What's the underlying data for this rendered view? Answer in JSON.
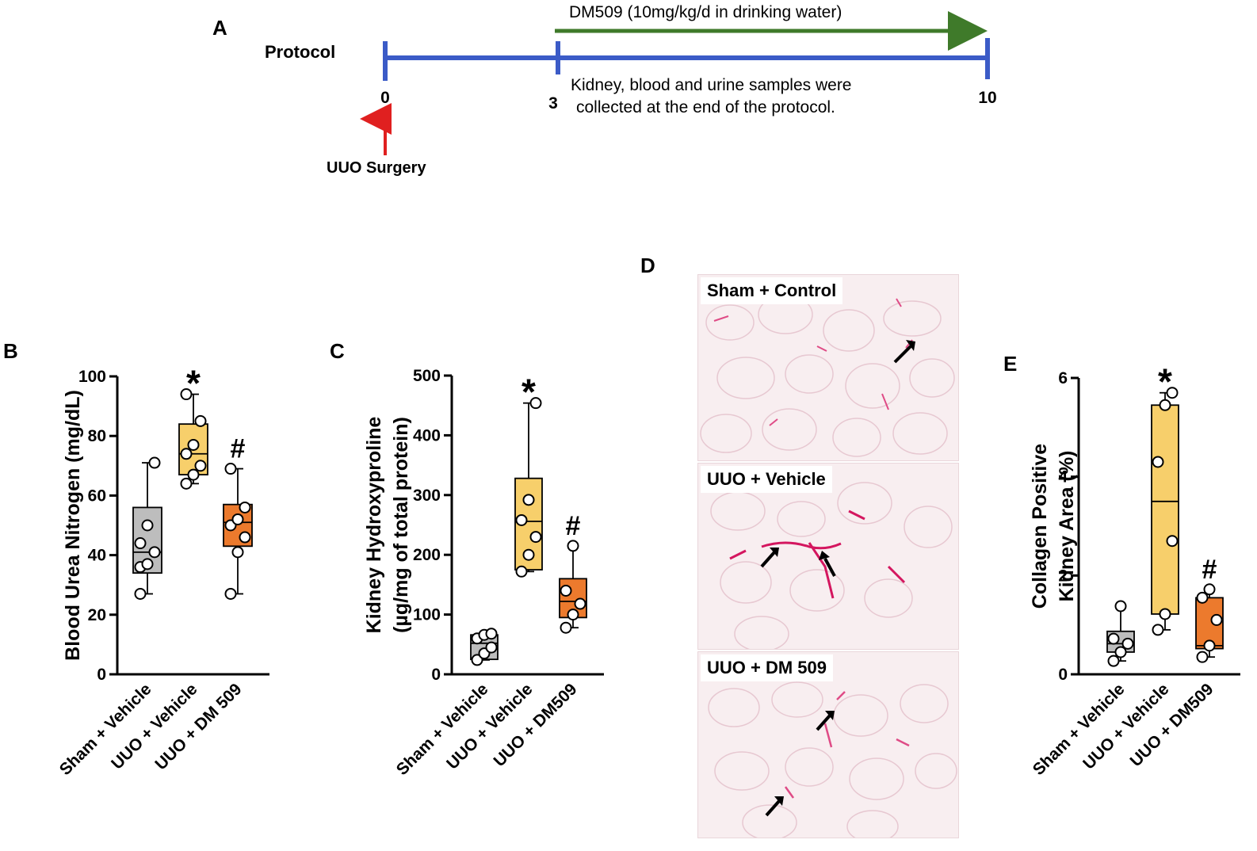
{
  "panels": {
    "a": "A",
    "b": "B",
    "c": "C",
    "d": "D",
    "e": "E"
  },
  "protocol": {
    "label": "Protocol",
    "ticks": [
      "0",
      "3",
      "10"
    ],
    "drug_label": "DM509 (10mg/kg/d in drinking water)",
    "note_line1": "Kidney, blood and urine samples were",
    "note_line2": "collected at the end of the protocol.",
    "surgery_label": "UUO Surgery",
    "colors": {
      "timeline": "#3b5bc7",
      "drug_arrow": "#3f7a2a",
      "surgery_arrow": "#e02020"
    }
  },
  "histology": {
    "labels": [
      "Sham + Control",
      "UUO + Vehicle",
      "UUO + DM 509"
    ]
  },
  "chart_data": [
    {
      "type": "box",
      "panel": "B",
      "ylabel": "Blood Urea Nitrogen (mg/dL)",
      "ylim": [
        0,
        100
      ],
      "yticks": [
        0,
        20,
        40,
        60,
        80,
        100
      ],
      "categories": [
        "Sham + Vehicle",
        "UUO + Vehicle",
        "UUO + DM 509"
      ],
      "colors": [
        "#bdbdbd",
        "#f7cf6b",
        "#ec7a2d"
      ],
      "markers": [
        "",
        "*",
        "#"
      ],
      "boxes": [
        {
          "min": 27,
          "q1": 34,
          "median": 41,
          "q3": 56,
          "max": 71,
          "points": [
            36,
            37,
            41,
            44,
            50,
            71,
            27
          ]
        },
        {
          "min": 64,
          "q1": 67,
          "median": 74,
          "q3": 84,
          "max": 94,
          "points": [
            64,
            67,
            70,
            74,
            77,
            85,
            94
          ]
        },
        {
          "min": 27,
          "q1": 43,
          "median": 51,
          "q3": 57,
          "max": 69,
          "points": [
            27,
            41,
            46,
            50,
            52,
            56,
            69
          ]
        }
      ]
    },
    {
      "type": "box",
      "panel": "C",
      "ylabel": "Kidney Hydroxyproline",
      "ylabel2": "(µg/mg of total protein)",
      "ylim": [
        0,
        500
      ],
      "yticks": [
        0,
        100,
        200,
        300,
        400,
        500
      ],
      "categories": [
        "Sham + Vehicle",
        "UUO + Vehicle",
        "UUO + DM509"
      ],
      "colors": [
        "#bdbdbd",
        "#f7cf6b",
        "#ec7a2d"
      ],
      "markers": [
        "",
        "*",
        "#"
      ],
      "boxes": [
        {
          "min": 24,
          "q1": 25,
          "median": 52,
          "q3": 66,
          "max": 68,
          "points": [
            24,
            35,
            45,
            60,
            66,
            68
          ]
        },
        {
          "min": 172,
          "q1": 175,
          "median": 256,
          "q3": 328,
          "max": 454,
          "points": [
            172,
            200,
            230,
            258,
            292,
            454
          ]
        },
        {
          "min": 78,
          "q1": 95,
          "median": 122,
          "q3": 160,
          "max": 215,
          "points": [
            78,
            100,
            118,
            140,
            215
          ]
        }
      ]
    },
    {
      "type": "box",
      "panel": "E",
      "ylabel": "Collagen Positive",
      "ylabel2": "Kidney Area (%)",
      "ylim": [
        0,
        6
      ],
      "yticks": [
        0,
        2,
        4,
        6
      ],
      "categories": [
        "Sham + Vehicle",
        "UUO + Vehicle",
        "UUO + DM509"
      ],
      "colors": [
        "#bdbdbd",
        "#f7cf6b",
        "#ec7a2d"
      ],
      "markers": [
        "",
        "*",
        "#"
      ],
      "boxes": [
        {
          "min": 0.27,
          "q1": 0.45,
          "median": 0.62,
          "q3": 0.87,
          "max": 1.38,
          "points": [
            0.27,
            0.45,
            0.62,
            0.72,
            1.38
          ]
        },
        {
          "min": 0.9,
          "q1": 1.22,
          "median": 3.5,
          "q3": 5.45,
          "max": 5.7,
          "points": [
            0.9,
            1.22,
            2.7,
            4.3,
            5.45,
            5.7
          ]
        },
        {
          "min": 0.35,
          "q1": 0.52,
          "median": 0.58,
          "q3": 1.55,
          "max": 1.72,
          "points": [
            0.35,
            0.58,
            1.1,
            1.55,
            1.72
          ]
        }
      ]
    }
  ]
}
